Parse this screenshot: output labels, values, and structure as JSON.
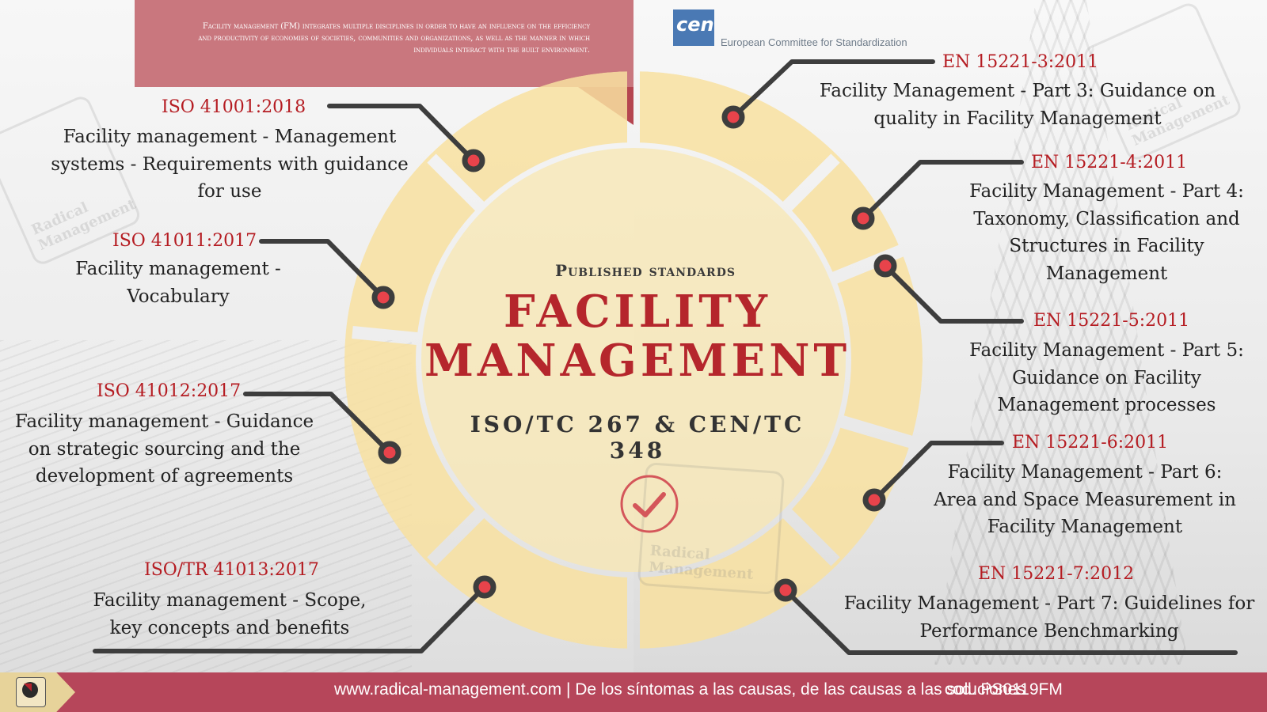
{
  "intro_text": "Facility management (FM) integrates multiple disciplines in order to have an influence on the efficiency and productivity of economies of societies, communities and organizations, as well as the manner in which individuals interact with the built environment.",
  "cen": {
    "logo_text": "cen",
    "name": "European Committee for Standardization"
  },
  "watermark_text": "Radical Management",
  "center": {
    "subtitle": "Published standards",
    "title_line1": "FACILITY",
    "title_line2": "MANAGEMENT",
    "committees": "ISO/TC 267  & CEN/TC 348"
  },
  "colors": {
    "accent_red": "#b5262c",
    "banner_pink": "#c9777e",
    "ring_yellow": "#f9e7a8",
    "footer": "#b6465a"
  },
  "iso_standards": [
    {
      "code": "ISO 41001:2018",
      "title": "Facility management - Management systems - Requirements with guidance for use"
    },
    {
      "code": "ISO 41011:2017",
      "title": "Facility management - Vocabulary"
    },
    {
      "code": "ISO 41012:2017",
      "title": "Facility management - Guidance on strategic sourcing and the development of agreements"
    },
    {
      "code": "ISO/TR 41013:2017",
      "title": "Facility management - Scope, key concepts and benefits"
    }
  ],
  "en_standards": [
    {
      "code": "EN 15221-3:2011",
      "title": "Facility Management - Part 3: Guidance on quality in Facility Management"
    },
    {
      "code": "EN 15221-4:2011",
      "title": "Facility Management - Part 4: Taxonomy, Classification and Structures in Facility Management"
    },
    {
      "code": "EN 15221-5:2011",
      "title": "Facility Management - Part 5: Guidance on Facility Management processes"
    },
    {
      "code": "EN 15221-6:2011",
      "title": "Facility Management - Part 6: Area and Space Measurement in Facility Management"
    },
    {
      "code": "EN 15221-7:2012",
      "title": "Facility Management - Part 7: Guidelines for Performance Benchmarking"
    }
  ],
  "footer": {
    "text": "www.radical-management.com | De los síntomas a las causas, de las causas a las soluciones",
    "code": "- cod. PS0119FM"
  }
}
